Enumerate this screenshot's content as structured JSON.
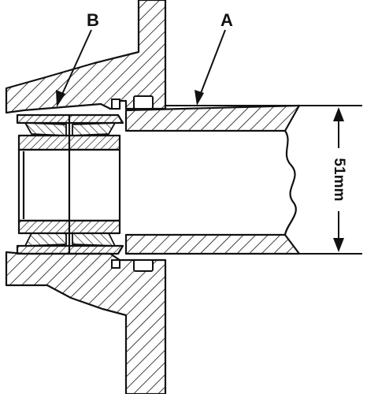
{
  "callouts": {
    "a": "A",
    "b": "B"
  },
  "dimension": {
    "label": "51mm"
  },
  "colors": {
    "ink": "#111111",
    "paper": "#ffffff"
  }
}
